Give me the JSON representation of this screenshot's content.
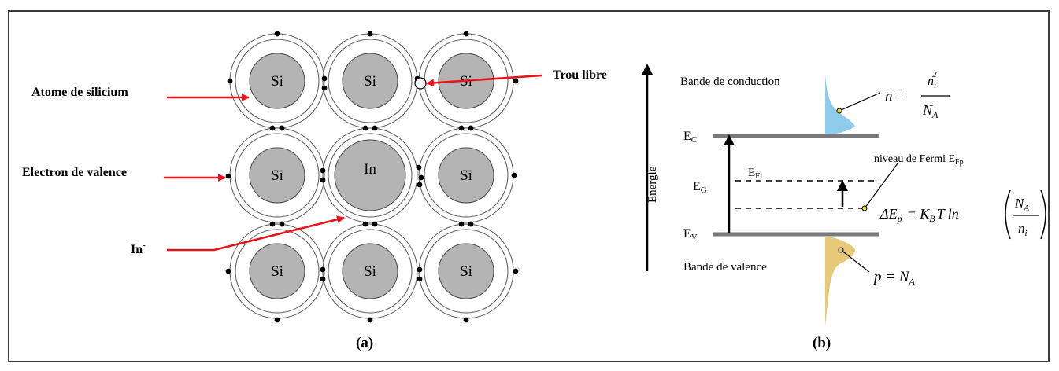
{
  "panel_a": {
    "caption": "(a)",
    "atoms": [
      "Si",
      "Si",
      "Si",
      "Si",
      "In",
      "Si",
      "Si",
      "Si",
      "Si"
    ],
    "labels": {
      "silicon_atom": "Atome de silicium",
      "valence_electron": "Electron de valence",
      "indium_ion": "In",
      "indium_ion_sup": "-",
      "free_hole": "Trou libre"
    }
  },
  "panel_b": {
    "caption": "(b)",
    "axis_label": "Energie",
    "conduction_band": "Bande de conduction",
    "valence_band": "Bande de valence",
    "ec": "E",
    "ec_sub": "C",
    "ev": "E",
    "ev_sub": "V",
    "eg": "E",
    "eg_sub": "G",
    "efi": "E",
    "efi_sub": "Fi",
    "fermi_level": "niveau de Fermi E",
    "fermi_sub": "Fp",
    "eq_n": {
      "lhs": "n =",
      "num": "n",
      "num_sub": "i",
      "num_sup": "2",
      "den": "N",
      "den_sub": "A"
    },
    "eq_p": {
      "text": "p = N",
      "sub": "A"
    },
    "eq_dE": {
      "lhs": "ΔE",
      "lhs_sub": "p",
      "mid": "= K",
      "mid_sub": "B",
      "mid2": "T ln",
      "num": "N",
      "num_sub": "A",
      "den": "n",
      "den_sub": "i"
    }
  },
  "colors": {
    "arrow_red": "#e8121b",
    "atom_fill": "#b4b4b4",
    "band_line": "#7a7a7a",
    "electron_dist": "#8fcbea",
    "hole_dist": "#e8c97a",
    "axis_arrow_label": "#b07070"
  }
}
